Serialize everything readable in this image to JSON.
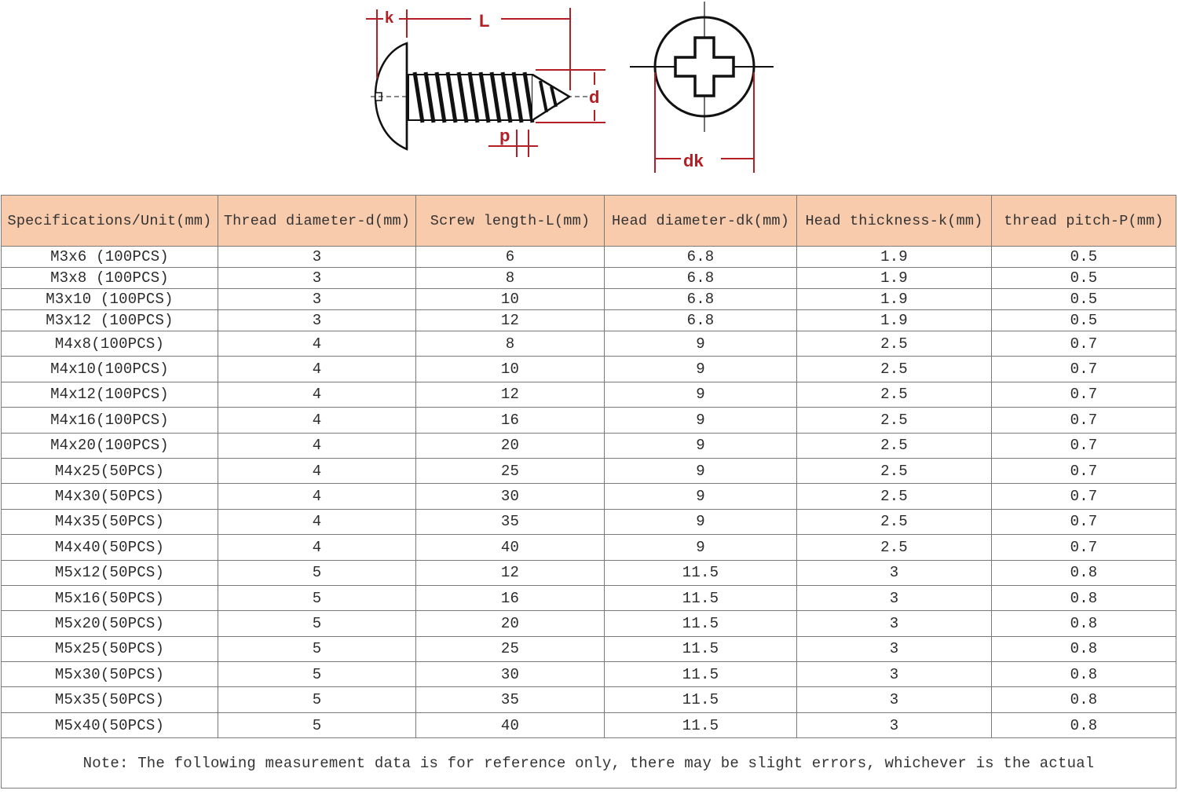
{
  "diagram": {
    "side_view_labels": {
      "head_thickness": "k",
      "length": "L",
      "diameter": "d",
      "pitch": "p"
    },
    "top_view_labels": {
      "head_diameter": "dk"
    },
    "accent_color": "#b41f25"
  },
  "table": {
    "header_color": "#f8cbad",
    "columns": [
      "Specifications/Unit(mm)",
      "Thread diameter-d(mm)",
      "Screw length-L(mm)",
      "Head diameter-dk(mm)",
      "Head thickness-k(mm)",
      "thread pitch-P(mm)"
    ],
    "rows": [
      [
        "M3x6 (100PCS)",
        "3",
        "6",
        "6.8",
        "1.9",
        "0.5"
      ],
      [
        "M3x8 (100PCS)",
        "3",
        "8",
        "6.8",
        "1.9",
        "0.5"
      ],
      [
        "M3x10 (100PCS)",
        "3",
        "10",
        "6.8",
        "1.9",
        "0.5"
      ],
      [
        "M3x12 (100PCS)",
        "3",
        "12",
        "6.8",
        "1.9",
        "0.5"
      ],
      [
        "M4x8(100PCS)",
        "4",
        "8",
        "9",
        "2.5",
        "0.7"
      ],
      [
        "M4x10(100PCS)",
        "4",
        "10",
        "9",
        "2.5",
        "0.7"
      ],
      [
        "M4x12(100PCS)",
        "4",
        "12",
        "9",
        "2.5",
        "0.7"
      ],
      [
        "M4x16(100PCS)",
        "4",
        "16",
        "9",
        "2.5",
        "0.7"
      ],
      [
        "M4x20(100PCS)",
        "4",
        "20",
        "9",
        "2.5",
        "0.7"
      ],
      [
        "M4x25(50PCS)",
        "4",
        "25",
        "9",
        "2.5",
        "0.7"
      ],
      [
        "M4x30(50PCS)",
        "4",
        "30",
        "9",
        "2.5",
        "0.7"
      ],
      [
        "M4x35(50PCS)",
        "4",
        "35",
        "9",
        "2.5",
        "0.7"
      ],
      [
        "M4x40(50PCS)",
        "4",
        "40",
        "9",
        "2.5",
        "0.7"
      ],
      [
        "M5x12(50PCS)",
        "5",
        "12",
        "11.5",
        "3",
        "0.8"
      ],
      [
        "M5x16(50PCS)",
        "5",
        "16",
        "11.5",
        "3",
        "0.8"
      ],
      [
        "M5x20(50PCS)",
        "5",
        "20",
        "11.5",
        "3",
        "0.8"
      ],
      [
        "M5x25(50PCS)",
        "5",
        "25",
        "11.5",
        "3",
        "0.8"
      ],
      [
        "M5x30(50PCS)",
        "5",
        "30",
        "11.5",
        "3",
        "0.8"
      ],
      [
        "M5x35(50PCS)",
        "5",
        "35",
        "11.5",
        "3",
        "0.8"
      ],
      [
        "M5x40(50PCS)",
        "5",
        "40",
        "11.5",
        "3",
        "0.8"
      ]
    ],
    "note": "Note: The following measurement data is for reference only, there may be slight errors, whichever is the actual"
  }
}
